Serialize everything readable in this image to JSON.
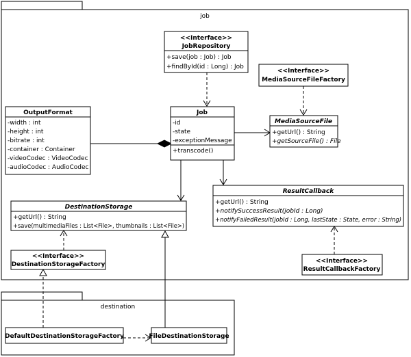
{
  "packages": {
    "job": "job",
    "destination": "destination"
  },
  "stereotype": "<<Interface>>",
  "classes": {
    "job_repository": {
      "name": "JobRepository",
      "methods": [
        "+save(job : Job) : Job",
        "+findById(id : Long) : Job"
      ]
    },
    "media_source_file_factory": {
      "name": "MediaSourceFileFactory"
    },
    "output_format": {
      "name": "OutputFormat",
      "attributes": [
        "-width : int",
        "-height : int",
        "-bitrate : int",
        "-container : Container",
        "-videoCodec : VideoCodec",
        "-audioCodec : AudioCodec"
      ]
    },
    "job": {
      "name": "Job",
      "attributes": [
        "-id",
        "-state",
        "-exceptionMessage"
      ],
      "methods": [
        "+transcode()"
      ]
    },
    "media_source_file": {
      "name": "MediaSourceFile",
      "methods": [
        "+getUrl() : String",
        "+getSourceFile() : File"
      ]
    },
    "result_callback": {
      "name": "ResultCallback",
      "methods": [
        "+getUrl() : String",
        "+notifySuccessResult(jobId : Long)",
        "+notifyFailedResult(jobId : Long, lastState : State, error : String)"
      ]
    },
    "destination_storage": {
      "name": "DestinationStorage",
      "methods": [
        "+getUrl() : String",
        "+save(multimediaFiles : List<File>, thumbnails : List<File>)"
      ]
    },
    "destination_storage_factory": {
      "name": "DestinationStorageFactory"
    },
    "result_callback_factory": {
      "name": "ResultCallbackFactory"
    },
    "default_destination_storage_factory": {
      "name": "DefaultDestinationStorageFactory"
    },
    "file_destination_storage": {
      "name": "FileDestinationStorage"
    }
  }
}
